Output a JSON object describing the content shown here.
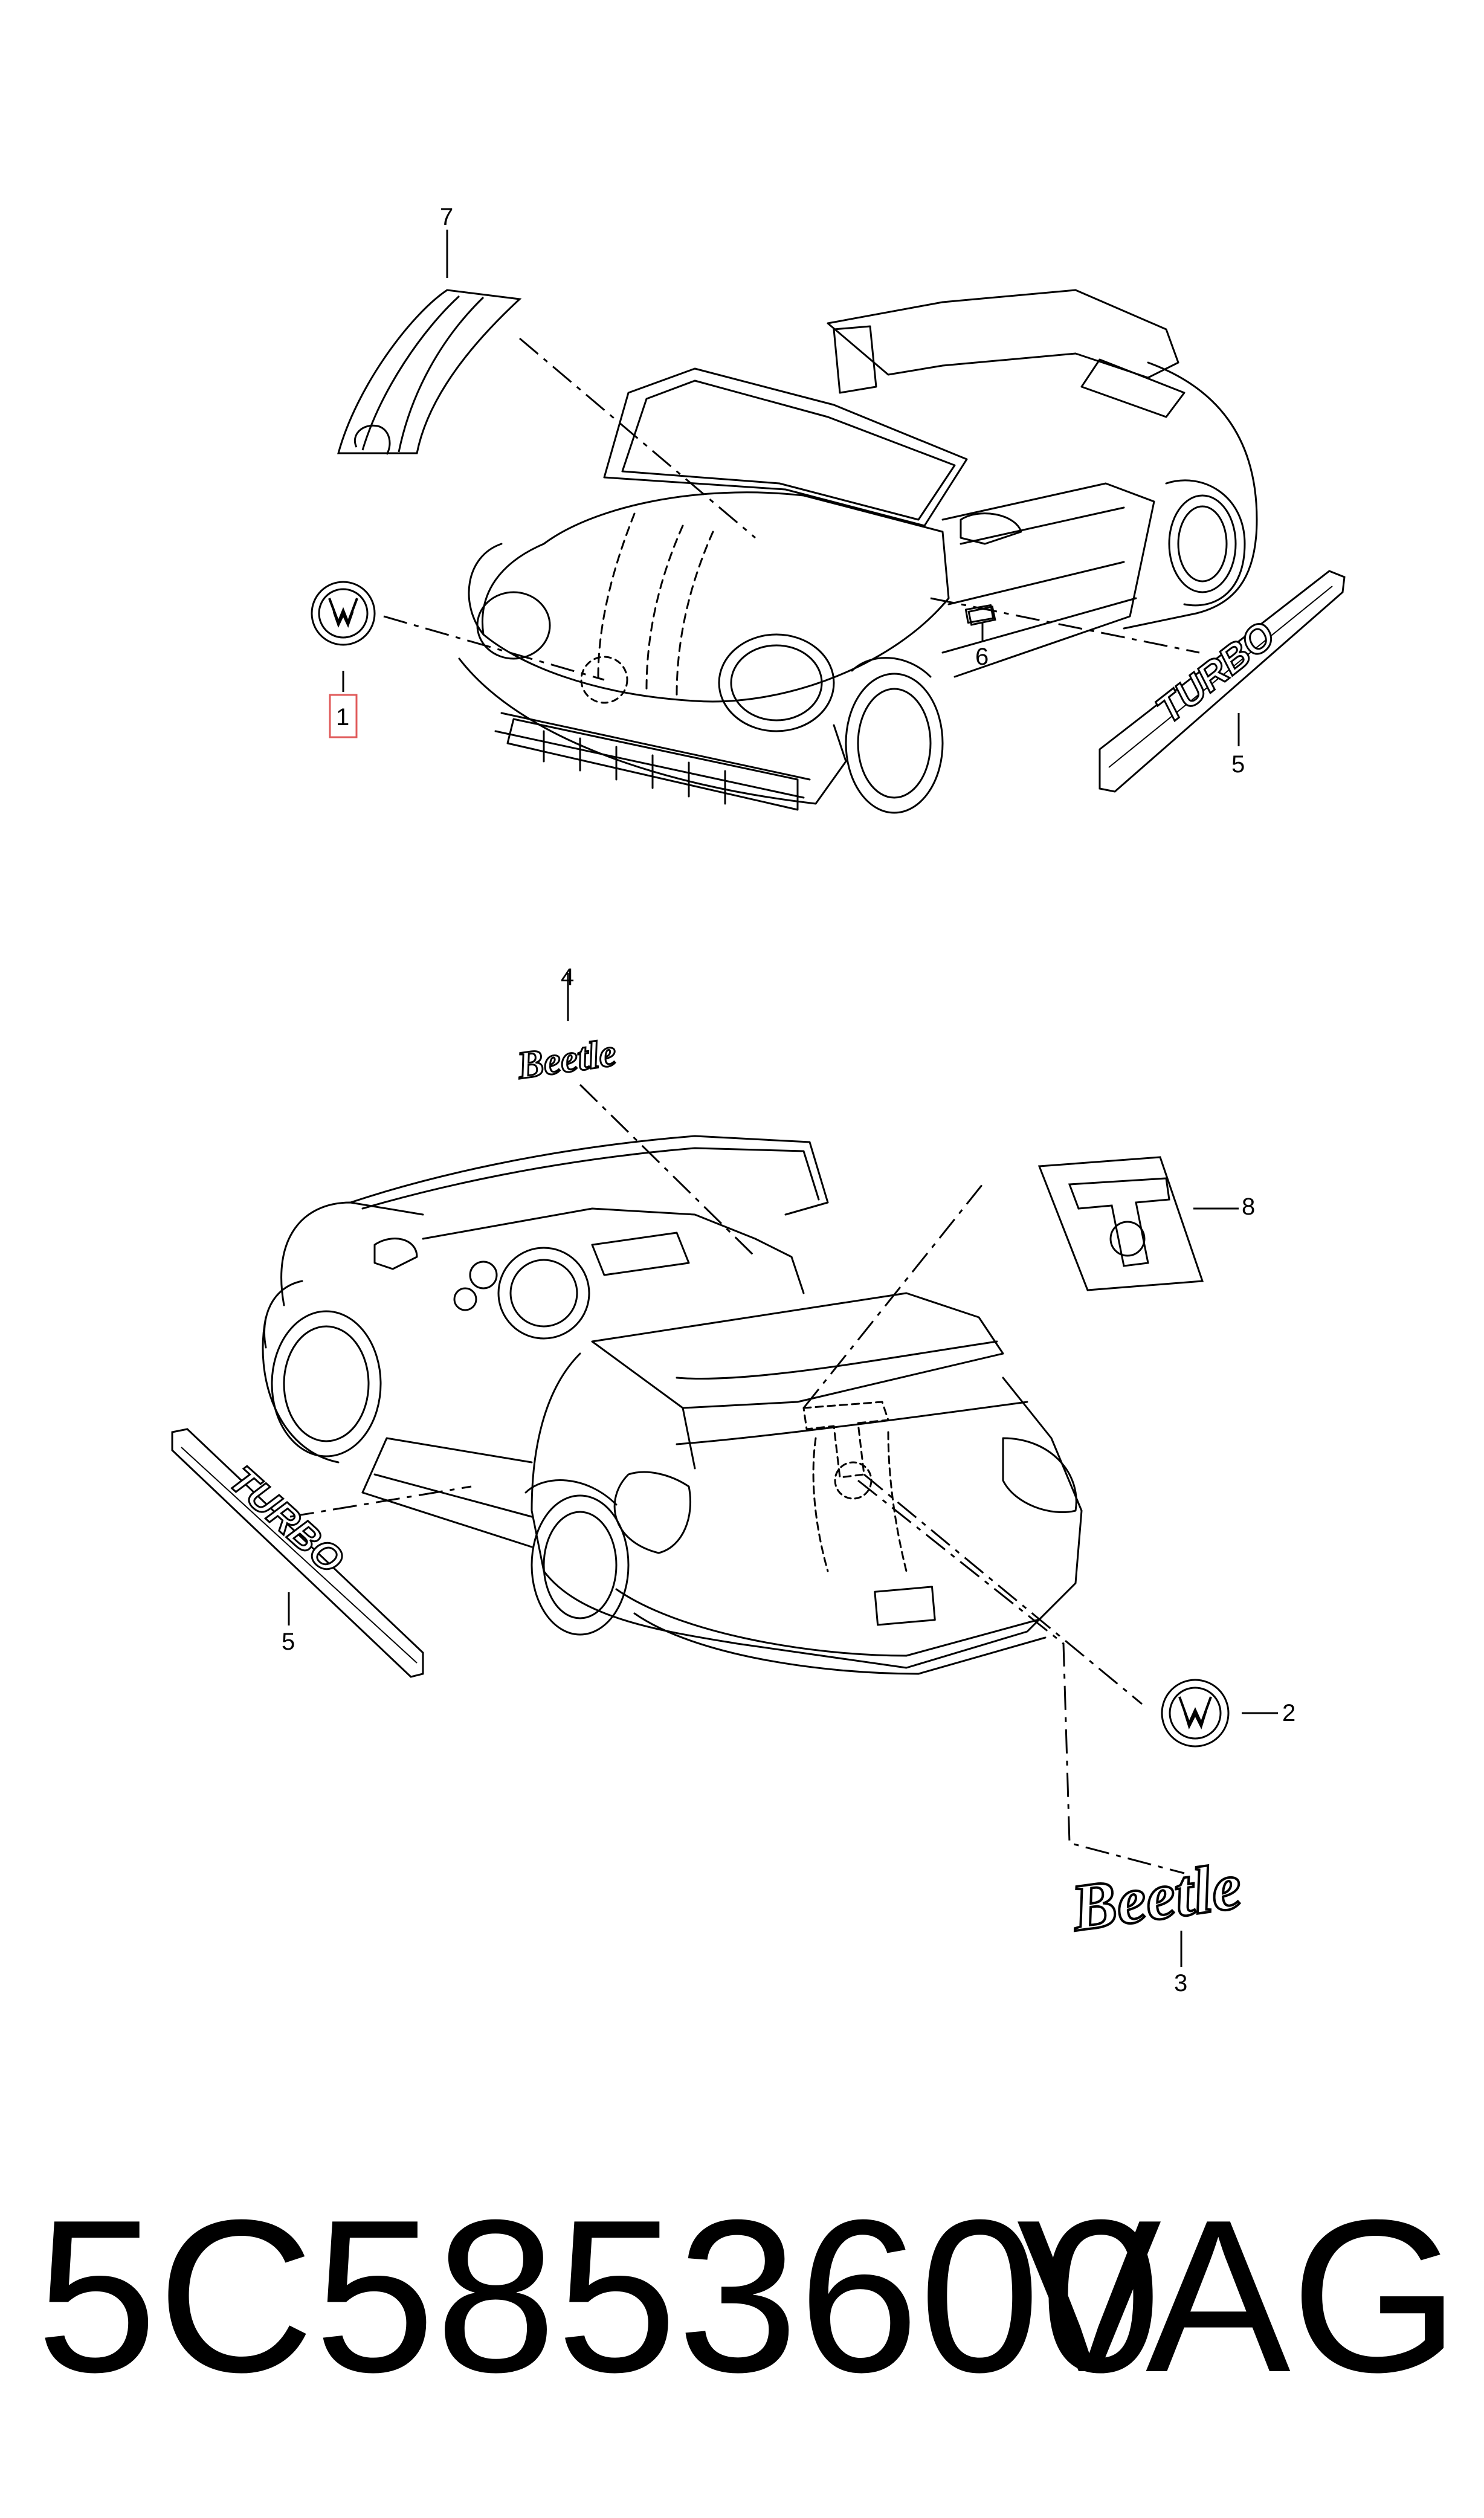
{
  "callouts": {
    "c1": "1",
    "c2": "2",
    "c3": "3",
    "c4": "4",
    "c5_front": "5",
    "c5_rear": "5",
    "c6": "6",
    "c7": "7",
    "c8": "8"
  },
  "wordmarks": {
    "beetle_small": "Beetle",
    "beetle_large": "Beetle",
    "turbo_front": "TURBO",
    "turbo_rear": "TURBO"
  },
  "footer": {
    "part_number": "5C5853600",
    "brand": "VAG"
  },
  "colors": {
    "line": "#000000",
    "highlight_box": "#e05a5a",
    "background": "#ffffff"
  }
}
